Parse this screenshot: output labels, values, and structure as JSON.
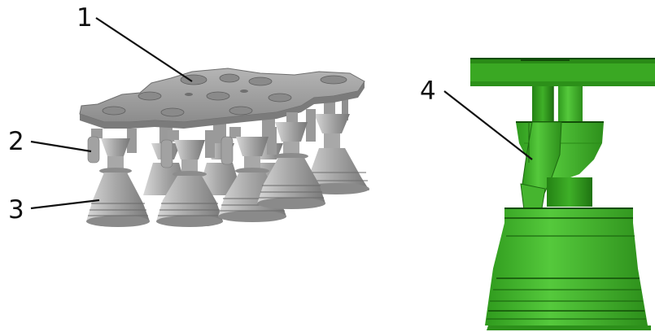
{
  "callouts": {
    "c1": "1",
    "c2": "2",
    "c3": "3",
    "c4": "4"
  },
  "panels": {
    "left": {
      "subject": "engine-cluster-assembly",
      "render_color": "#a6a6a6"
    },
    "right": {
      "subject": "single-engine-detail",
      "render_color": "#3aa823"
    }
  },
  "colors": {
    "grey_light": "#c4c4c4",
    "grey_mid": "#a6a6a6",
    "grey_dark": "#6e6e6e",
    "green_light": "#52c23a",
    "green_mid": "#3aa823",
    "green_dark": "#1f6e12"
  }
}
